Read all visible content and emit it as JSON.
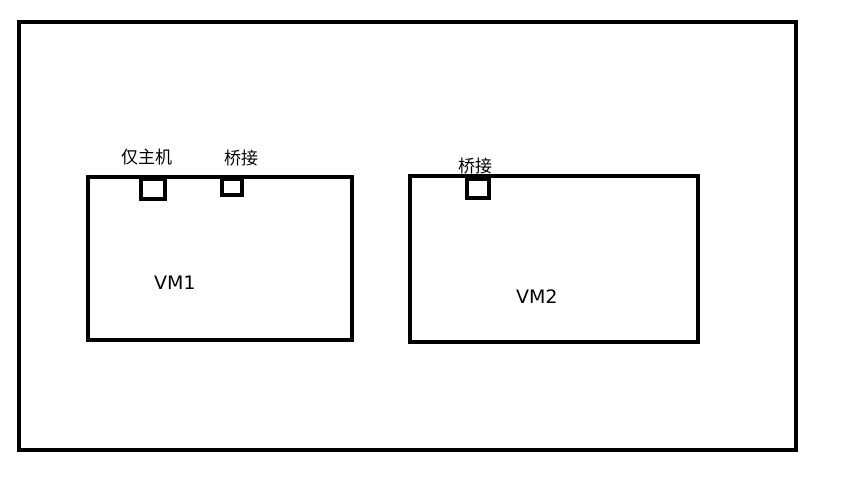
{
  "host": {
    "label": ""
  },
  "vm1": {
    "name": "VM1",
    "adapters": [
      {
        "label": "仅主机"
      },
      {
        "label": "桥接"
      }
    ]
  },
  "vm2": {
    "name": "VM2",
    "adapters": [
      {
        "label": "桥接"
      }
    ]
  },
  "colors": {
    "stroke": "#000000",
    "background": "#ffffff"
  }
}
